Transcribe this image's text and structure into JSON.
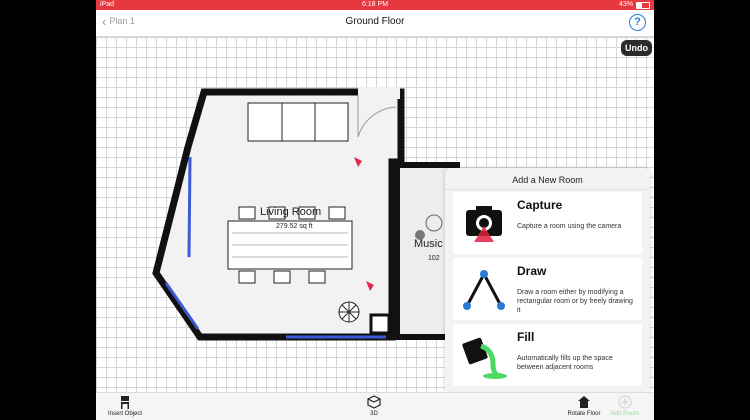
{
  "status_bar": {
    "carrier": "iPad",
    "time": "6:18 PM",
    "battery": "43%"
  },
  "nav": {
    "back_label": "Plan 1",
    "title": "Ground Floor",
    "help": "?"
  },
  "undo_label": "Undo",
  "rooms": [
    {
      "name": "Living Room",
      "area": "279.52 sq ft"
    },
    {
      "name": "Music",
      "area": "102"
    }
  ],
  "add_room_panel": {
    "title": "Add a New Room",
    "options": [
      {
        "name": "Capture",
        "description": "Capture a room using the camera"
      },
      {
        "name": "Draw",
        "description": "Draw a room either by modifying a rectangular room or by freely drawing it"
      },
      {
        "name": "Fill",
        "description": "Automatically fills up the space between adjacent rooms"
      }
    ]
  },
  "toolbar": {
    "insert_object": "Insert Object",
    "three_d": "3D",
    "rotate_floor": "Rotate Floor",
    "add_room": "Add Room"
  },
  "colors": {
    "status_bar": "#e8383f",
    "accent": "#2a7bd6",
    "fill_green": "#4cd964"
  }
}
